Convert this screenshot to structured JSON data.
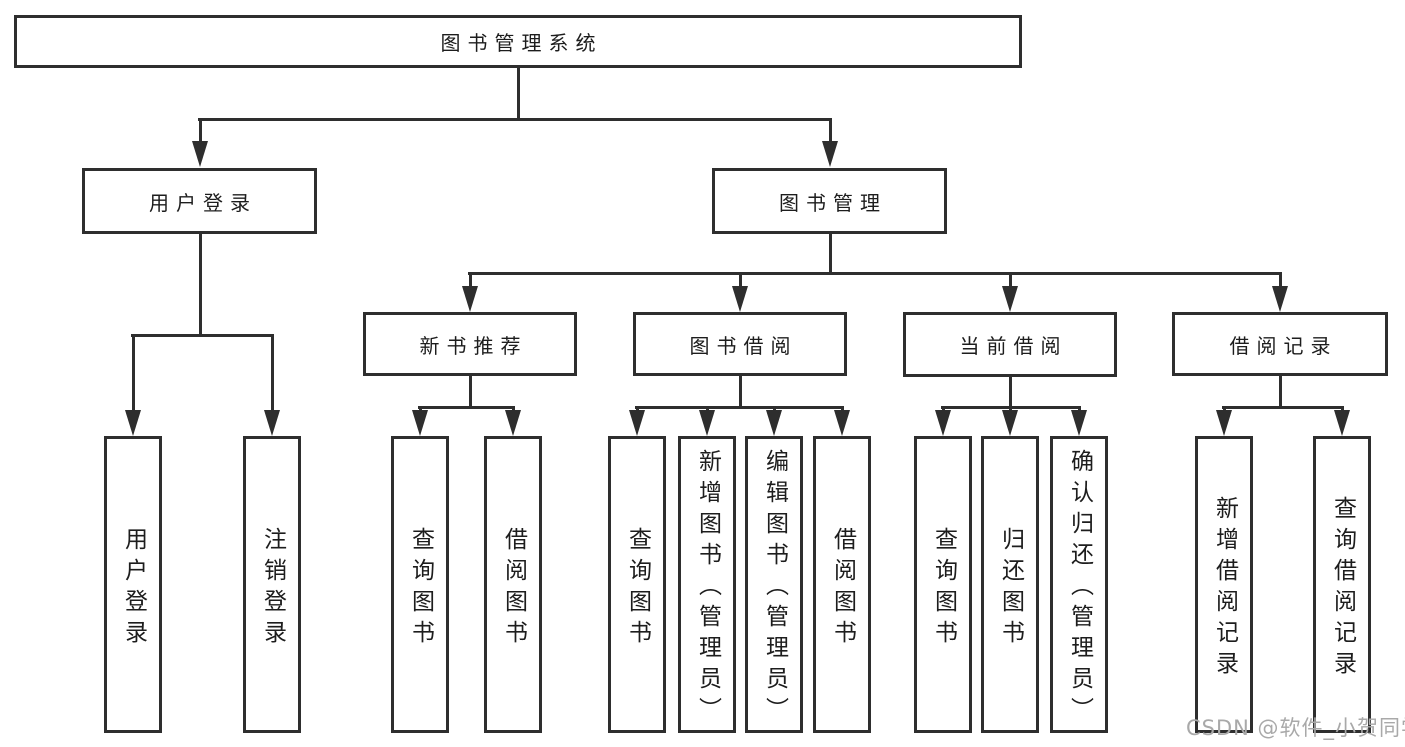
{
  "root": {
    "label": "图书管理系统"
  },
  "level2": {
    "user_login": {
      "label": "用户登录"
    },
    "book_management": {
      "label": "图书管理"
    }
  },
  "level3": {
    "new_book_recommendation": {
      "label": "新书推荐"
    },
    "book_borrowing": {
      "label": "图书借阅"
    },
    "current_borrowing": {
      "label": "当前借阅"
    },
    "borrowing_records": {
      "label": "借阅记录"
    }
  },
  "leaves": {
    "user_login": {
      "label": "用户登录"
    },
    "logout": {
      "label": "注销登录"
    },
    "nb_query_books": {
      "label": "查询图书"
    },
    "nb_borrow_books": {
      "label": "借阅图书"
    },
    "bb_query_books": {
      "label": "查询图书"
    },
    "bb_add_books": {
      "label": "新增图书（管理员）"
    },
    "bb_edit_books": {
      "label": "编辑图书（管理员）"
    },
    "bb_borrow_books": {
      "label": "借阅图书"
    },
    "cb_query_books": {
      "label": "查询图书"
    },
    "cb_return_books": {
      "label": "归还图书"
    },
    "cb_confirm_return": {
      "label": "确认归还（管理员）"
    },
    "br_add_record": {
      "label": "新增借阅记录"
    },
    "br_query_record": {
      "label": "查询借阅记录"
    }
  },
  "watermark": {
    "text": "CSDN @软件_小贺同学"
  },
  "colors": {
    "line": "#2e2e2e",
    "text": "#1d1d1d",
    "background": "#ffffff",
    "watermark": "#a9a9a9"
  }
}
